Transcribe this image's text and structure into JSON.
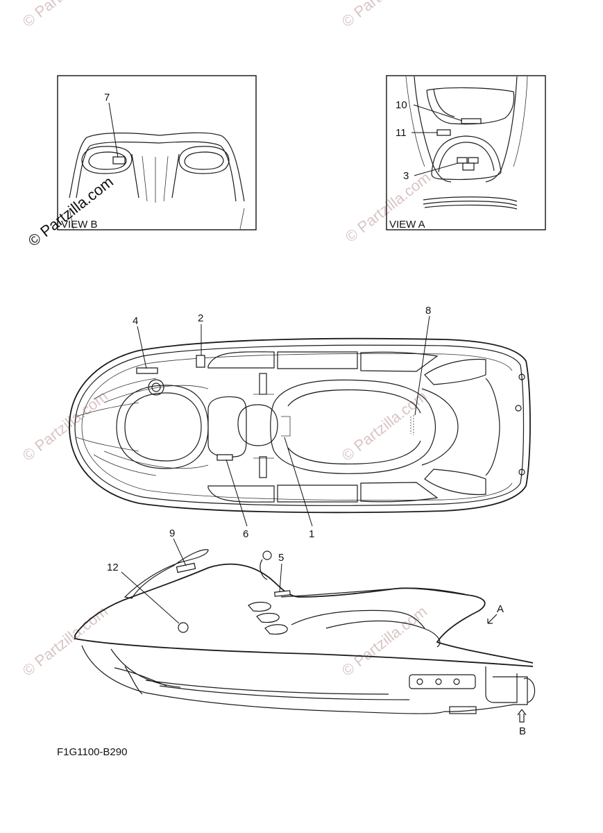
{
  "views": {
    "view_b": {
      "caption": "VIEW B",
      "callouts": [
        "7"
      ]
    },
    "view_a": {
      "caption": "VIEW A",
      "callouts": [
        "10",
        "11",
        "3"
      ]
    }
  },
  "top_view": {
    "callouts": [
      "4",
      "2",
      "8",
      "6",
      "1"
    ]
  },
  "side_view": {
    "callouts": [
      "9",
      "12",
      "5"
    ],
    "arrows": [
      "A",
      "B"
    ]
  },
  "drawing_code": "F1G1100-B290",
  "watermark": {
    "text": "© Partzilla.com"
  },
  "colors": {
    "line": "#1a1a1a",
    "watermark": "#d9c4c4",
    "background": "#ffffff"
  }
}
